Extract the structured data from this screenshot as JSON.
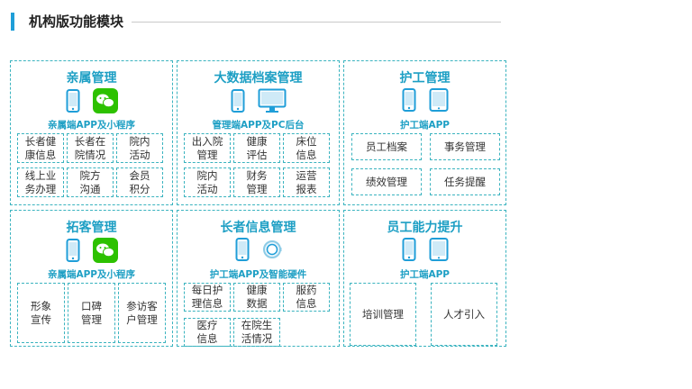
{
  "header": {
    "title": "机构版功能模块"
  },
  "panels": [
    {
      "title": "亲属管理",
      "subtitle": "亲属端APP及小程序",
      "icons": [
        "phone-icon",
        "wechat-icon"
      ],
      "cells": [
        "长者健\n康信息",
        "长者在\n院情况",
        "院内\n活动",
        "线上业\n务办理",
        "院方\n沟通",
        "会员\n积分"
      ]
    },
    {
      "title": "大数据档案管理",
      "subtitle": "管理端APP及PC后台",
      "icons": [
        "phone-icon",
        "monitor-icon"
      ],
      "cells": [
        "出入院\n管理",
        "健康\n评估",
        "床位\n信息",
        "院内\n活动",
        "财务\n管理",
        "运营\n报表"
      ]
    },
    {
      "title": "护工管理",
      "subtitle": "护工端APP",
      "icons": [
        "phone-icon",
        "tablet-icon"
      ],
      "cells": [
        "员工档案",
        "事务管理",
        "绩效管理",
        "任务提醒"
      ]
    },
    {
      "title": "拓客管理",
      "subtitle": "亲属端APP及小程序",
      "icons": [
        "phone-icon",
        "wechat-icon"
      ],
      "cells": [
        "形象\n宣传",
        "口碑\n管理",
        "参访客\n户管理"
      ]
    },
    {
      "title": "长者信息管理",
      "subtitle": "护工端APP及智能硬件",
      "icons": [
        "phone-icon",
        "smartwatch-icon"
      ],
      "cells": [
        "每日护\n理信息",
        "健康\n数据",
        "服药\n信息",
        "医疗\n信息",
        "在院生\n活情况"
      ]
    },
    {
      "title": "员工能力提升",
      "subtitle": "护工端APP",
      "icons": [
        "phone-icon",
        "tablet-icon"
      ],
      "cells": [
        "培训管理",
        "人才引入"
      ]
    }
  ],
  "colors": {
    "accent": "#1f9ed8",
    "teal": "#1d9fc4",
    "border": "#3ab3bf",
    "wechat": "#2dc100"
  }
}
